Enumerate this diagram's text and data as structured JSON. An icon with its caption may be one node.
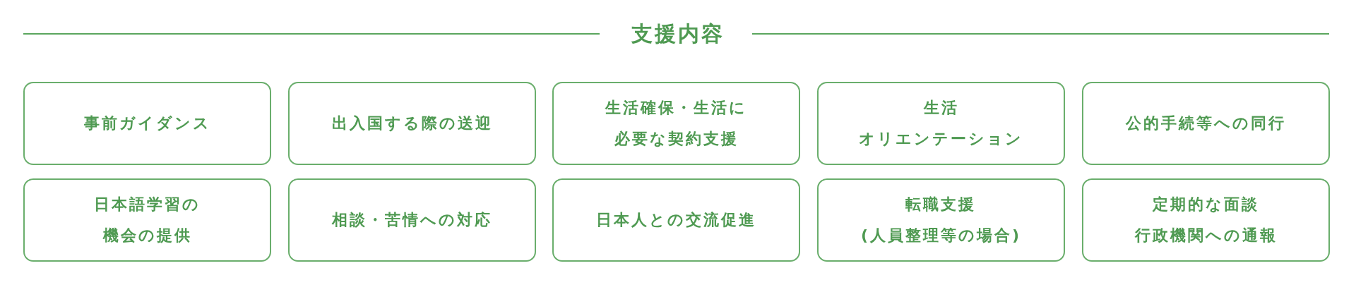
{
  "diagram": {
    "title": "支援内容",
    "nodes": [
      {
        "text": [
          "事前ガイダンス"
        ]
      },
      {
        "text": [
          "出入国する際の送迎"
        ]
      },
      {
        "text": [
          "生活確保・生活に必要な契約支援"
        ]
      },
      {
        "text": [
          "生活オリエンテーション"
        ]
      },
      {
        "text": [
          "公的手続等への同行"
        ]
      },
      {
        "text": [
          "日本語学習の機会の提供"
        ]
      },
      {
        "text": [
          "相談・苦情への対応"
        ]
      },
      {
        "text": [
          "日本人との交流促進"
        ]
      },
      {
        "text": [
          "転職支援(人員整理等の場合)"
        ]
      },
      {
        "text": [
          "定期的な面談行政機関への通報"
        ]
      }
    ]
  }
}
